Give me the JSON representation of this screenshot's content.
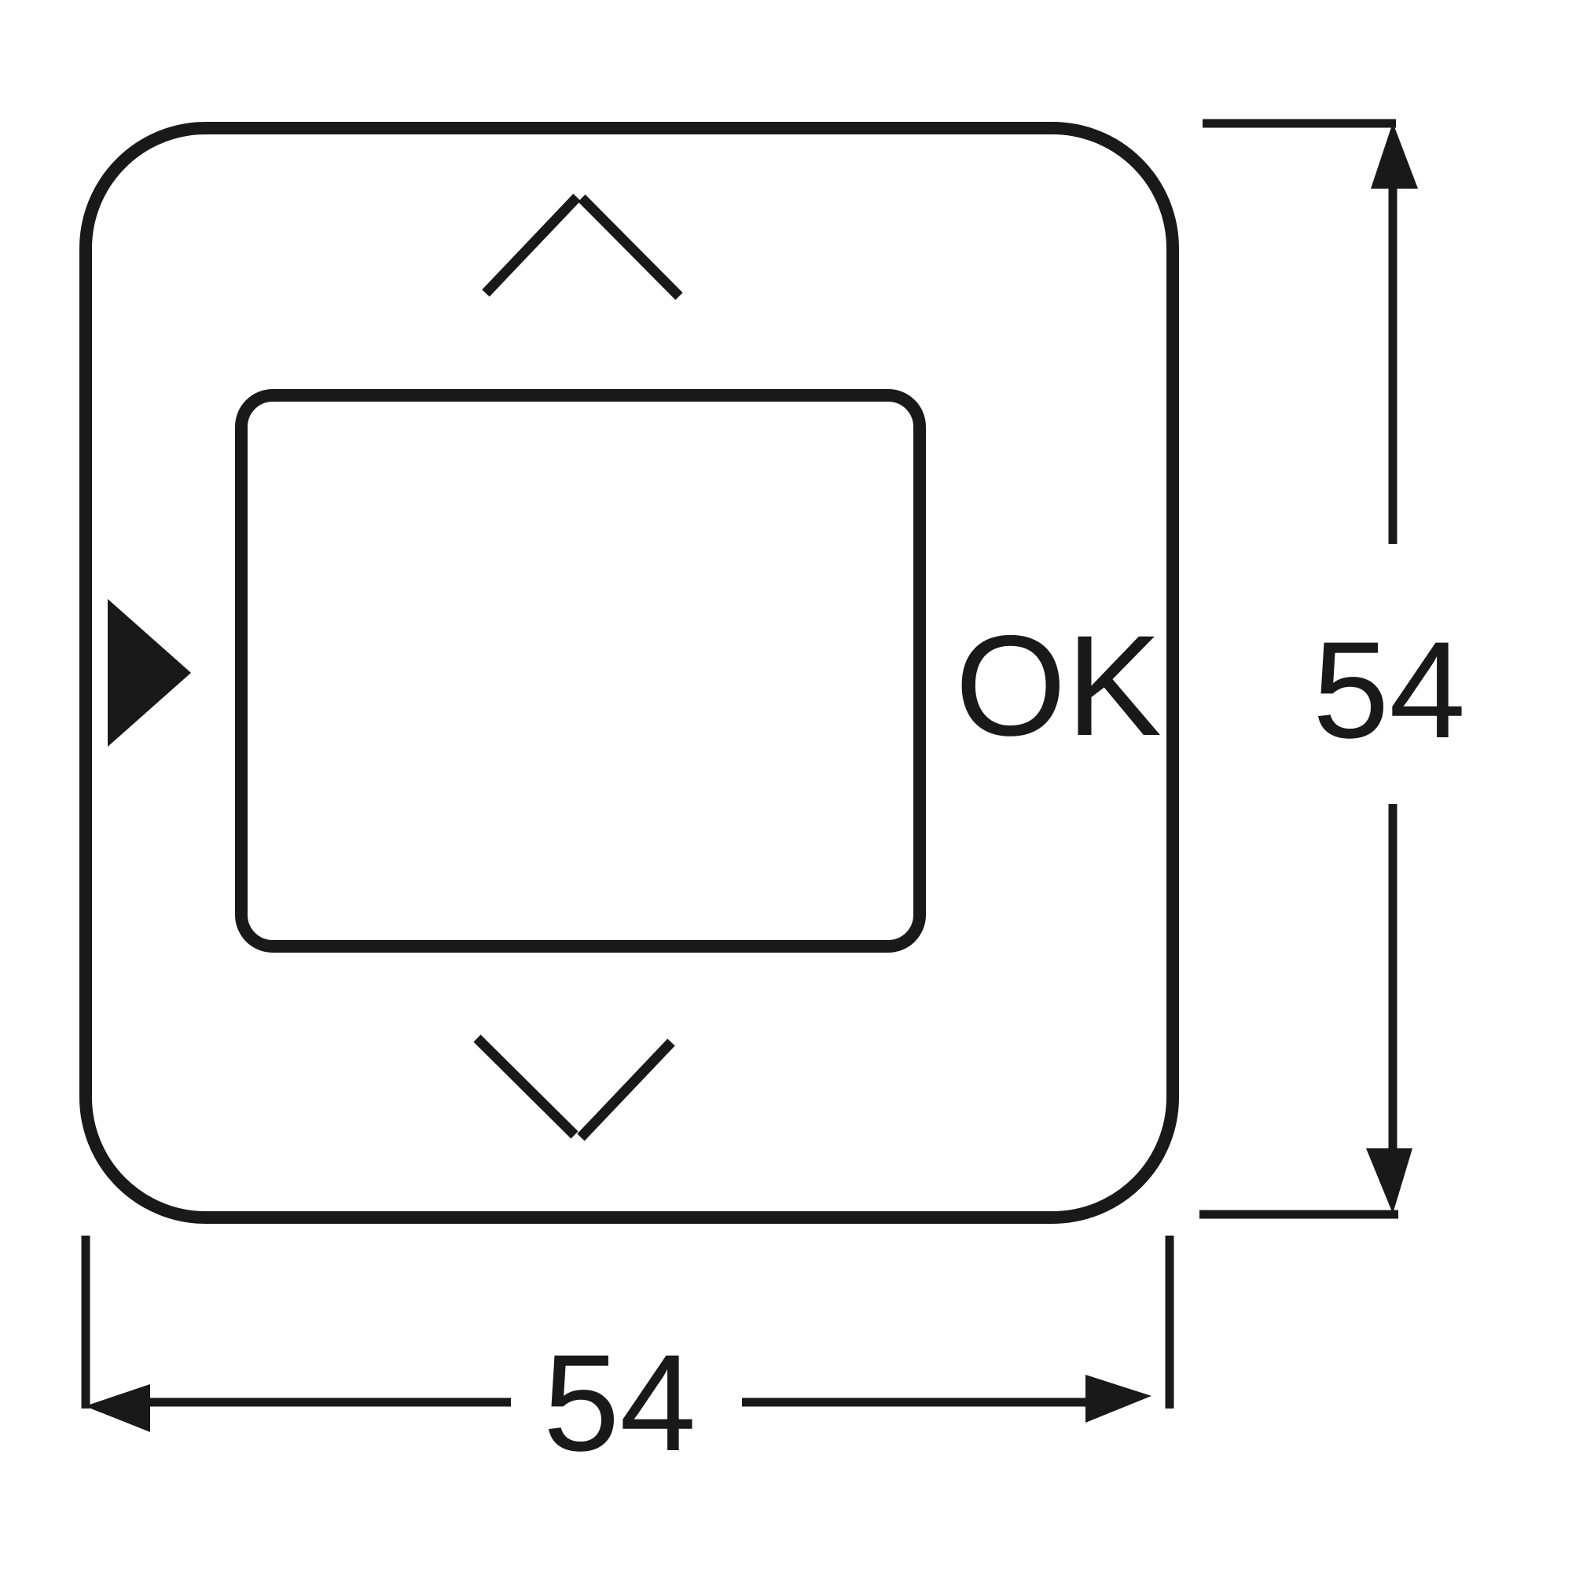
{
  "panel": {
    "ok_label": "OK",
    "icons": {
      "up": "chevron-up-icon",
      "down": "chevron-down-icon",
      "left": "play-triangle-icon"
    }
  },
  "dimensions": {
    "width_label": "54",
    "height_label": "54"
  },
  "colors": {
    "stroke": "#1a1919",
    "background": "#ffffff"
  }
}
